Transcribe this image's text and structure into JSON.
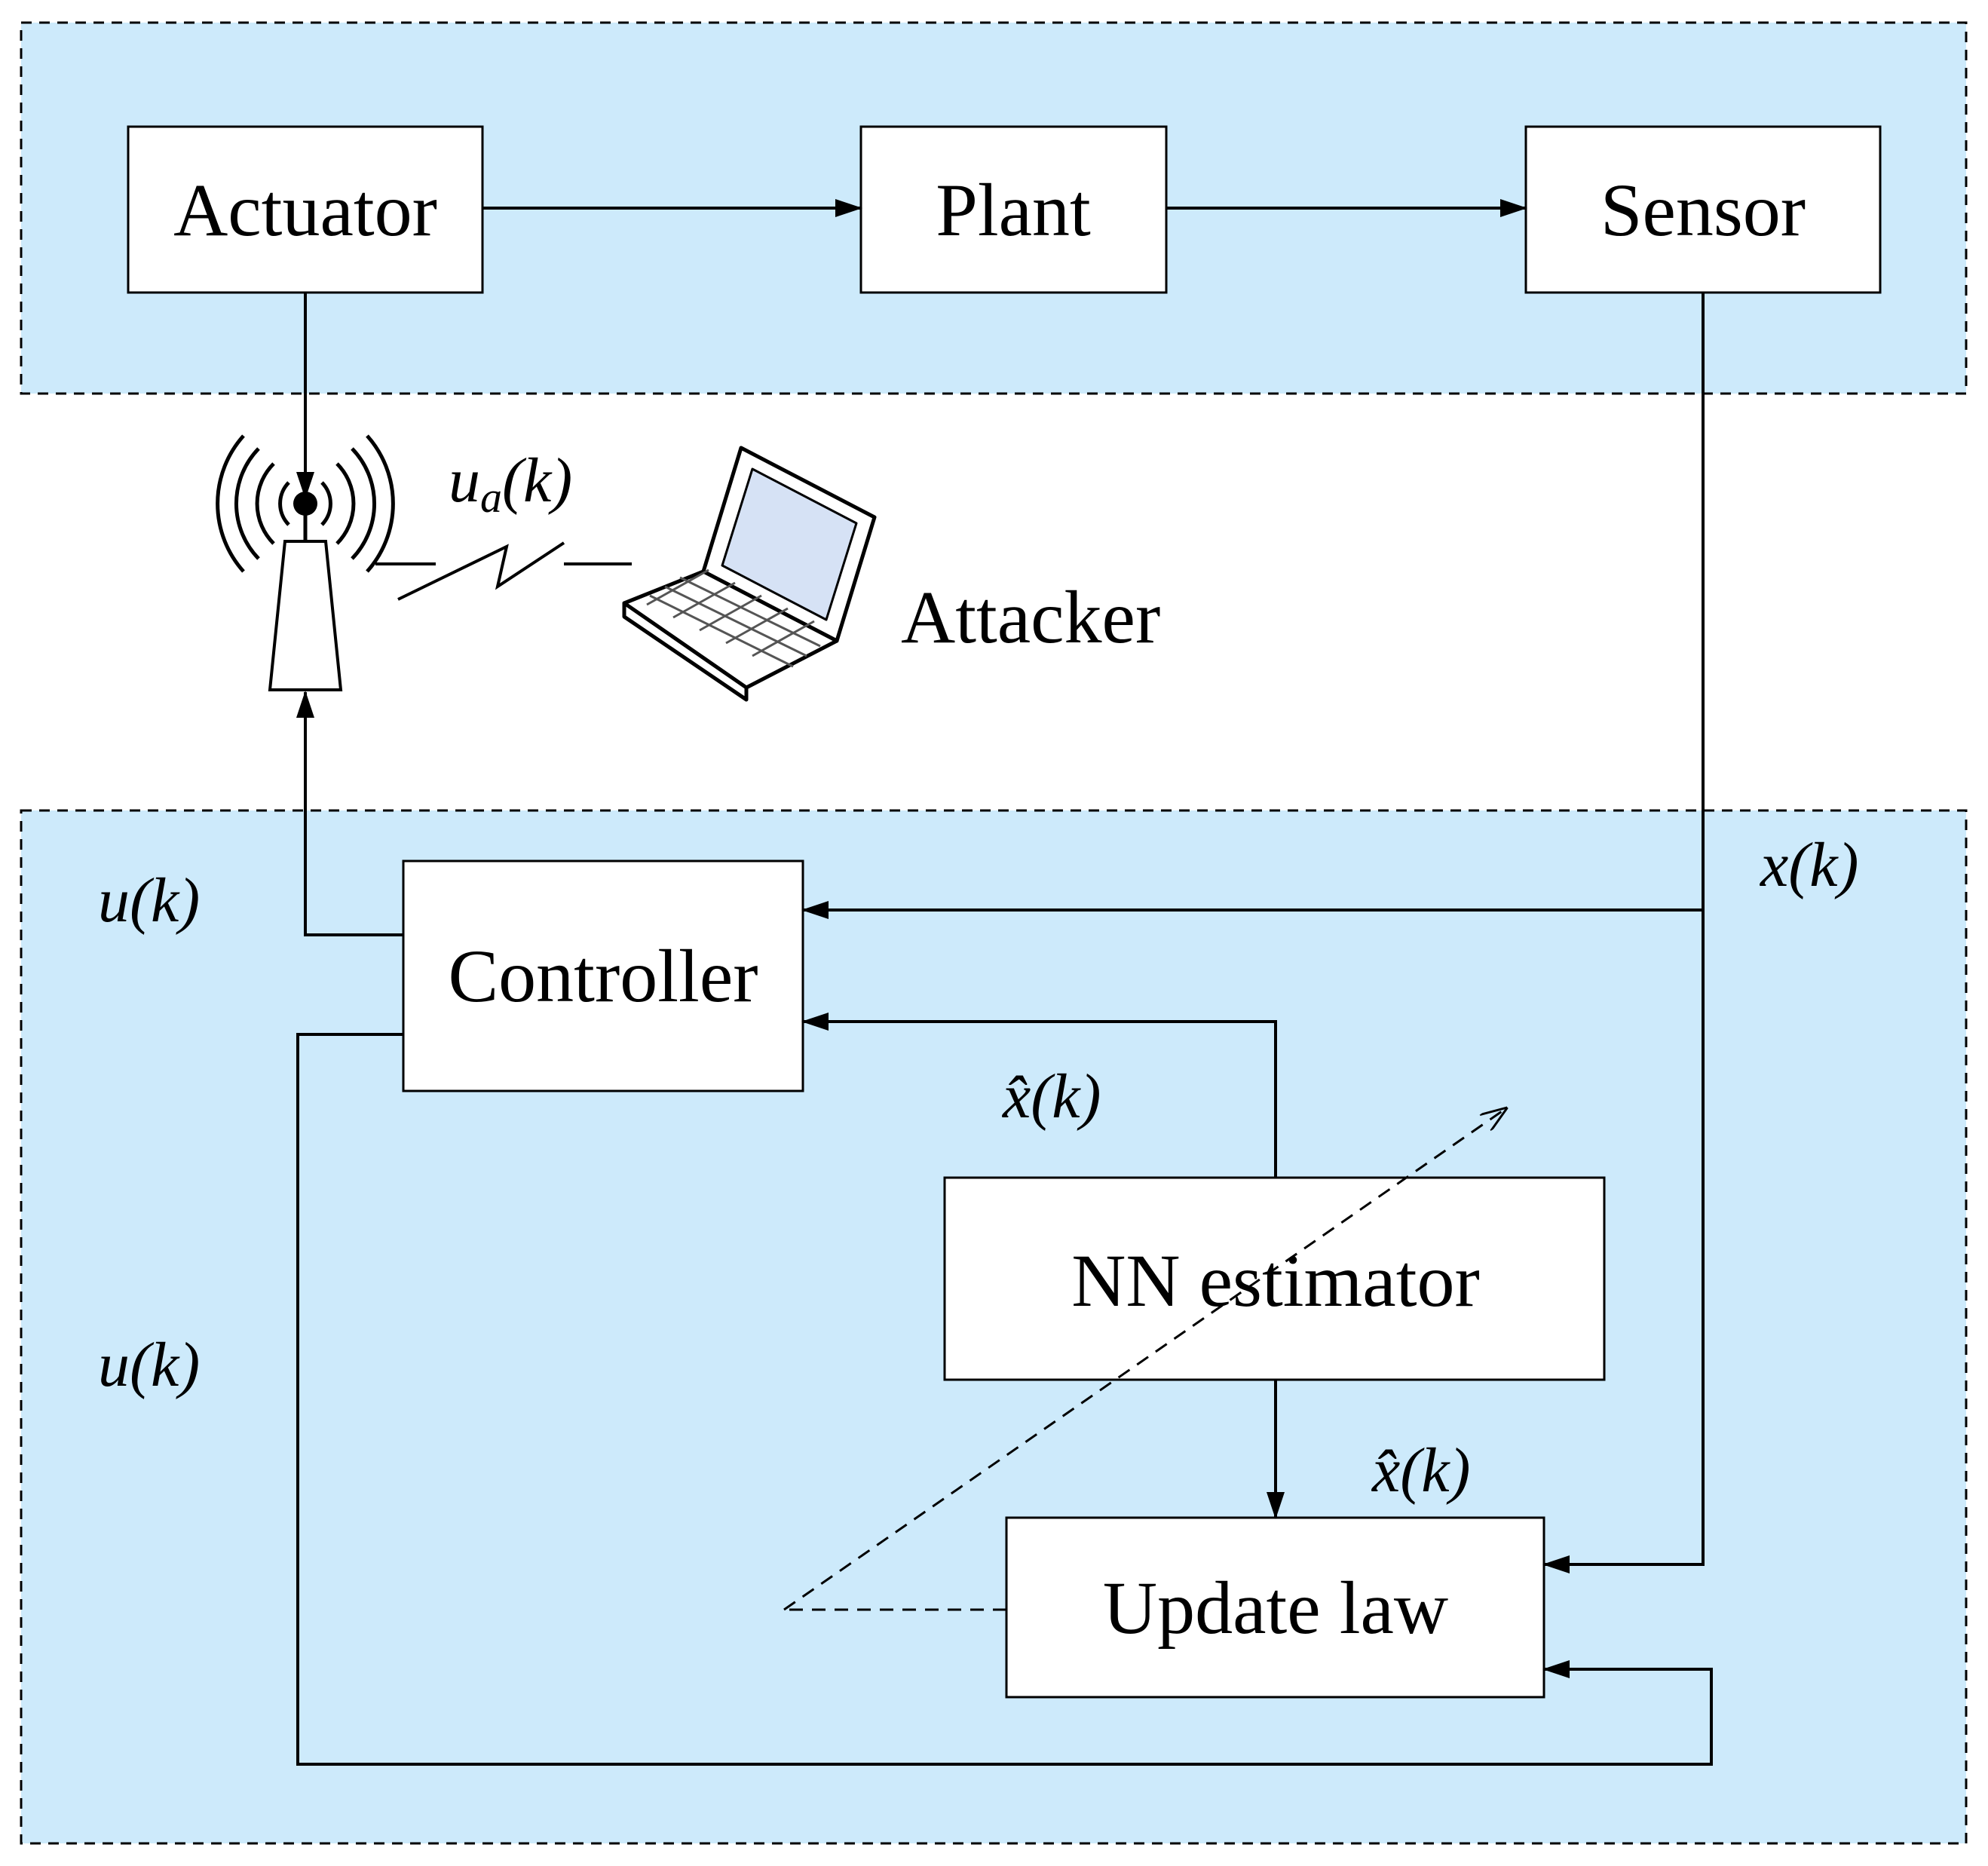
{
  "colors": {
    "region_fill": "#cdeafb",
    "box_fill": "#ffffff",
    "stroke": "#000000",
    "laptop_screen": "#d6e2f5"
  },
  "icons": {
    "antenna": "wireless-antenna-icon",
    "laptop": "laptop-icon",
    "lightning": "lightning-bolt-icon"
  },
  "blocks": {
    "actuator": "Actuator",
    "plant": "Plant",
    "sensor": "Sensor",
    "controller": "Controller",
    "nn_estimator": "NN estimator",
    "update_law": "Update law",
    "attacker": "Attacker"
  },
  "signals": {
    "attack_signal": {
      "base": "u",
      "subscript": "a",
      "arg": "(k)"
    },
    "control_signal_upper": "u(k)",
    "control_signal_lower": "u(k)",
    "state": "x(k)",
    "estimate_upper": "x̂(k)",
    "estimate_lower": "x̂(k)"
  }
}
